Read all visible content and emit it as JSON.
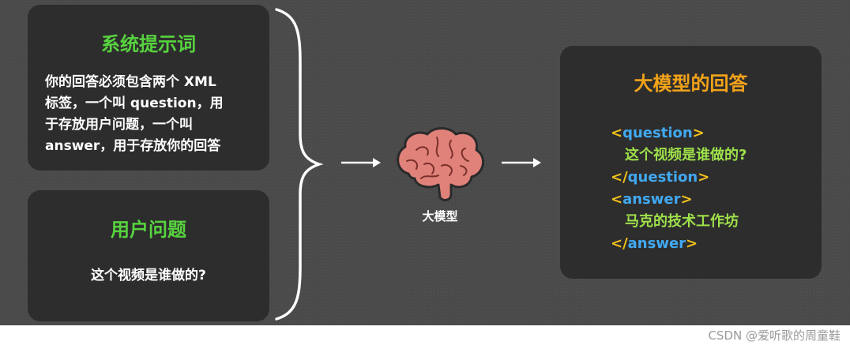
{
  "system_prompt": {
    "title": "系统提示词",
    "lines": [
      "你的回答必须包含两个 XML",
      "标签，一个叫 question，用",
      "于存放用户问题，一个叫",
      "answer，用于存放你的回答"
    ]
  },
  "user_question": {
    "title": "用户问题",
    "text": "这个视频是谁做的?"
  },
  "model": {
    "label": "大模型",
    "icon": "brain-icon"
  },
  "model_answer": {
    "title": "大模型的回答",
    "question_open": {
      "lt": "<",
      "name": "question",
      "gt": ">"
    },
    "question_content": "这个视频是谁做的?",
    "question_close": {
      "lt": "</",
      "name": "question",
      "gt": ">"
    },
    "answer_open": {
      "lt": "<",
      "name": "answer",
      "gt": ">"
    },
    "answer_content": "马克的技术工作坊",
    "answer_close": {
      "lt": "</",
      "name": "answer",
      "gt": ">"
    }
  },
  "watermark": "CSDN @爱听歌的周童鞋",
  "colors": {
    "background": "#4a4a4a",
    "card": "#2d2d2d",
    "green_title": "#57d23f",
    "orange_title": "#f2a319",
    "tag_bracket": "#f2c21b",
    "tag_name": "#41a9f2",
    "answer_text": "#9ee04a"
  }
}
